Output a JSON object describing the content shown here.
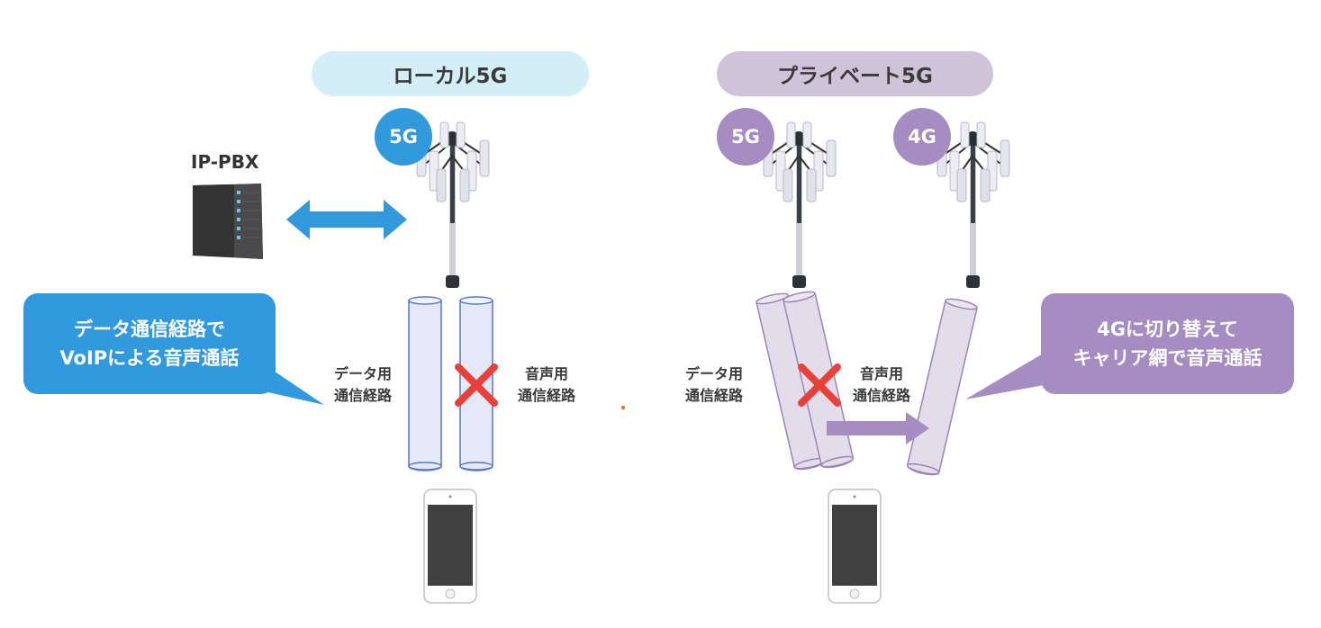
{
  "local5g": {
    "title": "ローカル5G",
    "badge": "5G",
    "pbx_label": "IP-PBX",
    "callout": [
      "データ通信経路で",
      "VoIPによる音声通話"
    ],
    "data_path": [
      "データ用",
      "通信経路"
    ],
    "voice_path": [
      "音声用",
      "通信経路"
    ]
  },
  "private5g": {
    "title": "プライベート5G",
    "badge_5g": "5G",
    "badge_4g": "4G",
    "callout": [
      "4Gに切り替えて",
      "キャリア網で音声通話"
    ],
    "data_path": [
      "データ用",
      "通信経路"
    ],
    "voice_path": [
      "音声用",
      "通信経路"
    ]
  },
  "colors": {
    "local_accent": "#3399dd",
    "local_header_bg": "#d4eef8",
    "private_accent": "#a58cc1",
    "private_header_bg": "#cfc3da",
    "cross": "#e8413c"
  }
}
